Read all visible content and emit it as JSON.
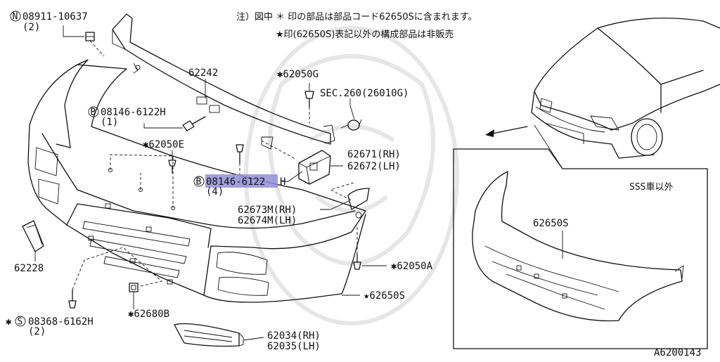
{
  "notes": {
    "line1": "注）図中 ＊ 印の部品は部品コード62650Sに含まれます。",
    "line2": "★印(62650S)表記以外の構成部品は非販売"
  },
  "callouts": {
    "nut_circle": "N",
    "nut_num": "08911-10637",
    "nut_qty": "(2)",
    "p62242": "62242",
    "p62050G": "✱62050G",
    "sec": "SEC.260(26010G)",
    "bolt1_circle": "B",
    "bolt1_num": "08146-6122H",
    "bolt1_qty": "(1)",
    "p62050E": "✱62050E",
    "bolt2_circle": "B",
    "bolt2_num_highlight": "08146-6122",
    "bolt2_num_suffix": "H",
    "bolt2_qty": "(4)",
    "p62671": "62671(RH)",
    "p62672": "62672(LH)",
    "p62673": "62673M(RH)",
    "p62674": "62674M(LH)",
    "p62228": "62228",
    "p62050A": "✱62050A",
    "p62650S_main": "★62650S",
    "screw_circle": "S",
    "screw_prefix": "✱",
    "screw_num": "08368-6162H",
    "screw_qty": "(2)",
    "p62680B": "✱62680B",
    "p62034": "62034(RH)",
    "p62035": "62035(LH)",
    "inset_title": "SSS車以外",
    "inset_part": "62650S",
    "diagram_code": "A6200143"
  }
}
